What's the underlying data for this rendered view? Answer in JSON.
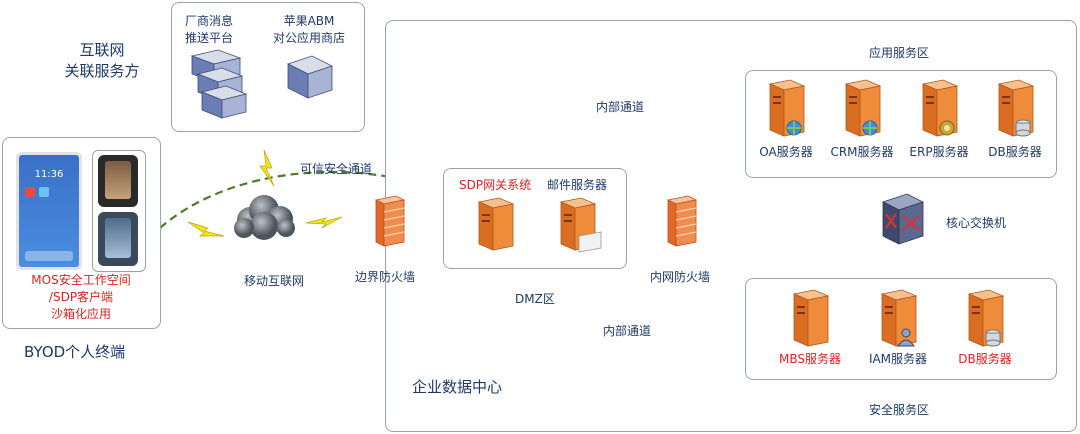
{
  "internet": {
    "title_line1": "互联网",
    "title_line2": "关联服务方",
    "vendor_line1": "厂商消息",
    "vendor_line2": "推送平台",
    "apple_line1": "苹果ABM",
    "apple_line2": "对公应用商店"
  },
  "byod": {
    "client_line1": "MOS安全工作空间",
    "client_line2": "/SDP客户端",
    "client_line3": "沙箱化应用",
    "label": "BYOD个人终端"
  },
  "network": {
    "mobile_internet": "移动互联网",
    "trusted_channel": "可信安全通道",
    "border_firewall": "边界防火墙",
    "inner_firewall": "内网防火墙",
    "internal_channel_top": "内部通道",
    "internal_channel_bottom": "内部通道",
    "core_switch": "核心交换机"
  },
  "dmz": {
    "label": "DMZ区",
    "sdp_gateway": "SDP网关系统",
    "mail_server": "邮件服务器"
  },
  "datacenter": {
    "label": "企业数据中心"
  },
  "app_zone": {
    "title": "应用服务区",
    "servers": [
      "OA服务器",
      "CRM服务器",
      "ERP服务器",
      "DB服务器"
    ]
  },
  "security_zone": {
    "title": "安全服务区",
    "servers": [
      "MBS服务器",
      "IAM服务器",
      "DB服务器"
    ]
  },
  "colors": {
    "accent_red": "#dd2222",
    "text_blue": "#1f3a66",
    "dash_blue": "#2e6fb6",
    "dash_green": "#4e7a2b",
    "server_orange": "#e8822e"
  }
}
